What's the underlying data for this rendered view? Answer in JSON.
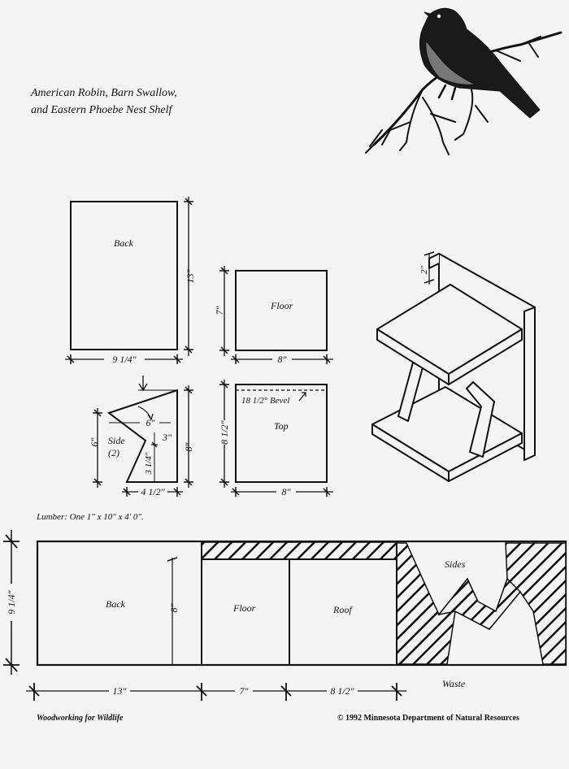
{
  "title": {
    "line1": "American Robin, Barn Swallow,",
    "line2": "and Eastern Phoebe Nest Shelf"
  },
  "parts": {
    "back": {
      "label": "Back",
      "height": "13\"",
      "width": "9 1/4\""
    },
    "floor": {
      "label": "Floor",
      "height": "7\"",
      "width": "8\""
    },
    "side": {
      "label": "Side",
      "count": "(2)",
      "left_height": "6\"",
      "top_width": "6\"",
      "notch_depth": "3\"",
      "notch_height": "3 1/4\"",
      "right_height": "8\"",
      "bottom_width": "4 1/2\""
    },
    "top": {
      "label": "Top",
      "bevel": "18 1/2° Bevel",
      "height": "8 1/2\"",
      "width": "8\""
    }
  },
  "assembly": {
    "offset": "2\""
  },
  "lumber": "Lumber: One 1\" x 10\" x 4' 0\".",
  "cut_layout": {
    "board_width": "9 1/4\"",
    "back": "Back",
    "back_height": "8\"",
    "floor": "Floor",
    "roof": "Roof",
    "sides": "Sides",
    "waste": "Waste",
    "len_back": "13\"",
    "len_floor": "7\"",
    "len_roof": "8 1/2\""
  },
  "footer": {
    "left": "Woodworking for Wildlife",
    "right": "© 1992 Minnesota Department of Natural Resources"
  }
}
